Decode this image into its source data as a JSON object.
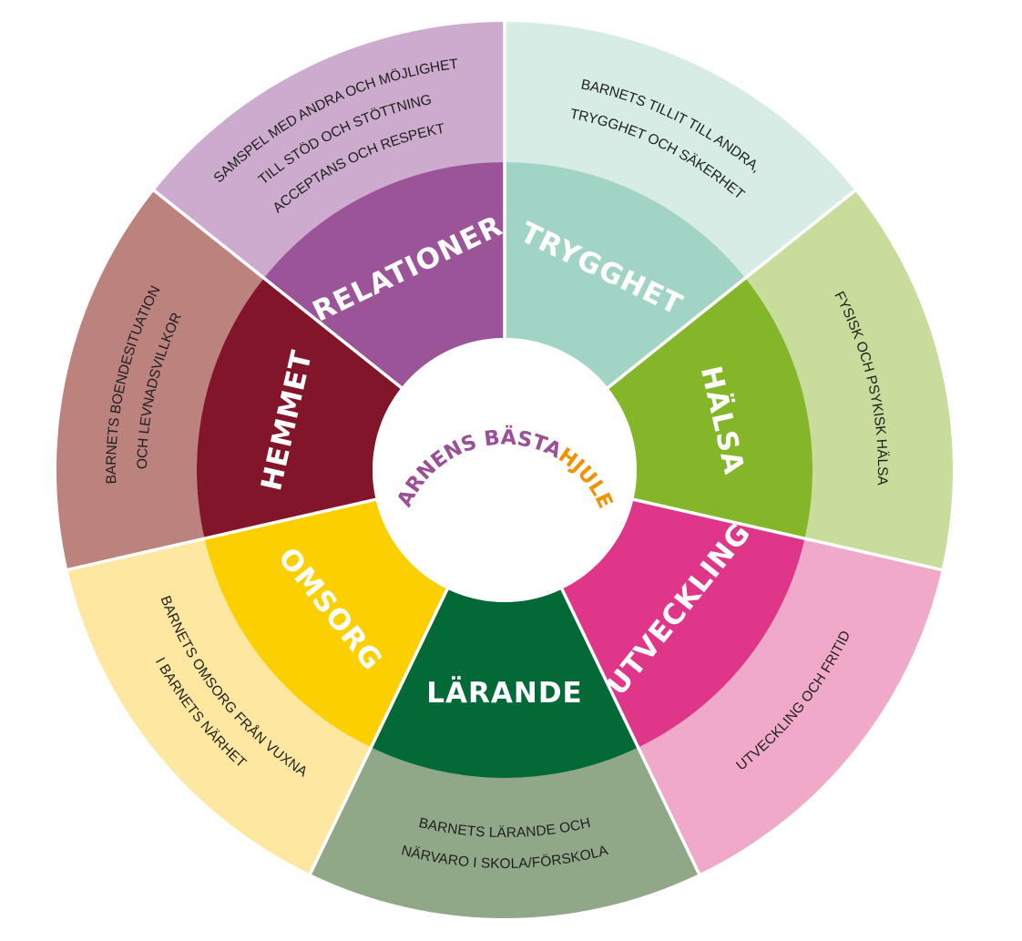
{
  "hub": {
    "part1": "BARNENS BÄSTA",
    "part2": "HJULET",
    "color1": "#9b4f96",
    "color2": "#f39200"
  },
  "sectors": [
    {
      "id": "trygghet",
      "label": "TRYGGHET",
      "inner_color": "#a2d4c5",
      "outer_color": "#d6ece4",
      "description": [
        "BARNETS TILLIT TILL ANDRA,",
        "TRYGGHET OCH SÄKERHET"
      ]
    },
    {
      "id": "halsa",
      "label": "HÄLSA",
      "inner_color": "#84b62a",
      "outer_color": "#c8dc9c",
      "description": [
        "FYSISK OCH  PSYKISK HÄLSA"
      ]
    },
    {
      "id": "utveckling",
      "label": "UTVECKLING",
      "inner_color": "#e0368a",
      "outer_color": "#f0a9c9",
      "description": [
        "UTVECKLING  OCH FRITID"
      ]
    },
    {
      "id": "larande",
      "label": "LÄRANDE",
      "inner_color": "#036a37",
      "outer_color": "#91a888",
      "description": [
        "BARNETS LÄRANDE OCH",
        "NÄRVARO I SKOLA/FÖRSKOLA"
      ]
    },
    {
      "id": "omsorg",
      "label": "OMSORG",
      "inner_color": "#fcd000",
      "outer_color": "#fde7a1",
      "description": [
        "BARNETS OMSORG FRÅN VUXNA",
        "I BARNETS  NÄRHET"
      ]
    },
    {
      "id": "hemmet",
      "label": "HEMMET",
      "inner_color": "#83152b",
      "outer_color": "#bb827e",
      "description": [
        "BARNETS BOENDESITUATION",
        "OCH LEVNADSVILLKOR"
      ]
    },
    {
      "id": "relationer",
      "label": "RELATIONER",
      "inner_color": "#9b5497",
      "outer_color": "#cdabce",
      "description": [
        "SAMSPEL MED ANDRA OCH MÖJLIGHET",
        "TILL STÖD OCH STÖTTNING",
        "ACCEPTANS OCH RESPEKT"
      ]
    }
  ]
}
